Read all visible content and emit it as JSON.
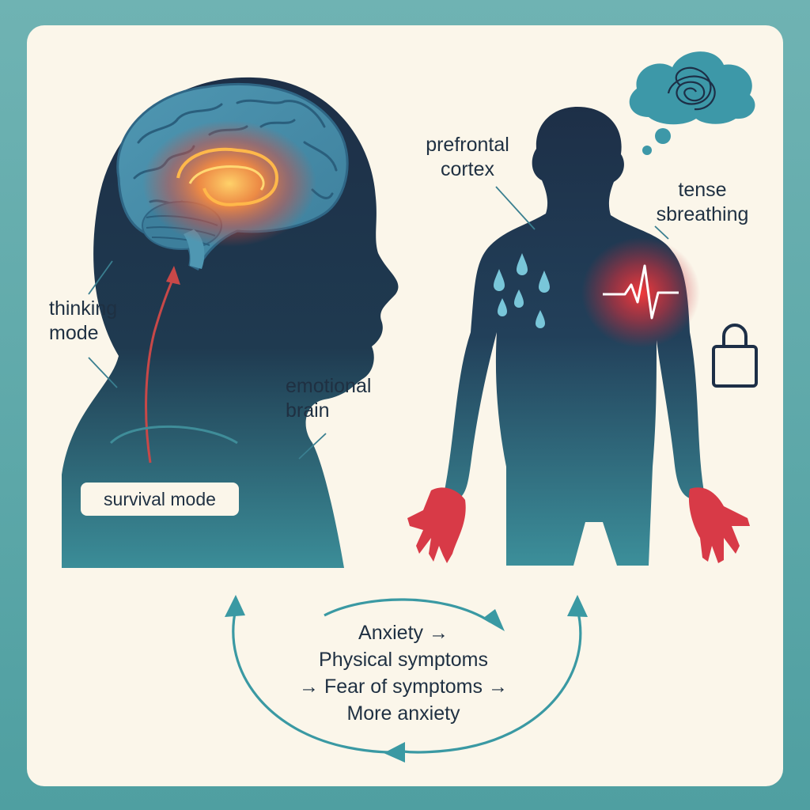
{
  "labels": {
    "thinking_mode": "thinking\nmode",
    "survival_mode": "survival mode",
    "emotional_brain": "emotional\nbrain",
    "prefrontal_cortex": "prefrontal\ncortex",
    "tense_breathing": "tense\nsbreathing"
  },
  "cycle": {
    "line1": "Anxiety →",
    "line2": "Physical symptoms",
    "line3": "→ Fear of symptoms →",
    "line4": "More anxiety"
  },
  "colors": {
    "background_frame": "#5aa8a9",
    "panel": "#fbf6ea",
    "silhouette_dark": "#1d2f47",
    "silhouette_teal": "#3b8d98",
    "alert_red": "#e03a3a",
    "glow_orange": "#ff9a3d",
    "cycle_arrow": "#3a99a3"
  },
  "icons": [
    "brain-icon",
    "heartbeat-icon",
    "sweat-drop-icon",
    "lock-icon",
    "thought-cloud-icon",
    "cycle-arrow-icon"
  ]
}
